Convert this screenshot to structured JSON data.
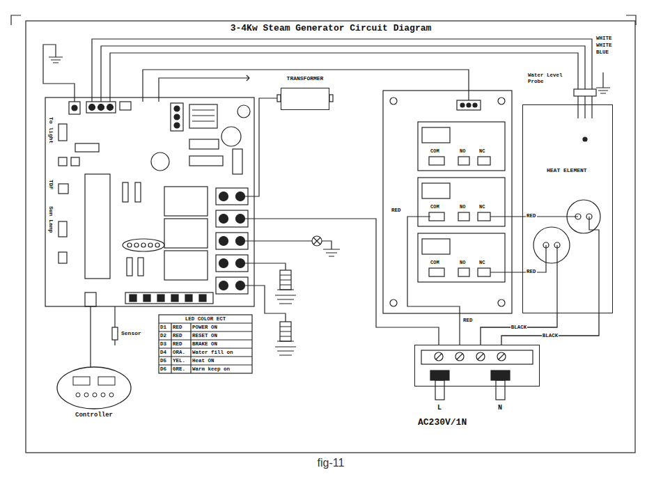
{
  "diagram": {
    "title": "3-4Kw Steam Generator Circuit Diagram",
    "caption": "fig-11",
    "nodes": [
      {
        "text": [
          "TRANSFORMER"
        ]
      },
      {
        "text": [
          "Water Level Probe",
          "HEAT ELEMENT"
        ]
      },
      {
        "text": [
          "AC230V/1N"
        ]
      },
      {
        "text": [
          "Controller"
        ]
      }
    ],
    "edges": [
      {
        "from": 2,
        "to": 1,
        "arrow": "none",
        "label": "BLACK"
      },
      {
        "from": 2,
        "to": 1,
        "arrow": "none",
        "label": "BLACK"
      }
    ],
    "labels": [
      "WHITE",
      "WHITE",
      "BLUE",
      "To light",
      "TDF",
      "Sun Lamp",
      "COM",
      "NO",
      "NC",
      "COM",
      "NO",
      "NC",
      "RED",
      "COM",
      "NO",
      "NC",
      "RED",
      "RED",
      "RED",
      "Sensor",
      "LED COLOR ECT",
      "D1",
      "RED",
      "POWER ON",
      "D2",
      "RED",
      "RESET ON",
      "D3",
      "RED",
      "BRAKE ON",
      "D4",
      "ORA.",
      "Water fill on",
      "D5",
      "YEL.",
      "Heat ON",
      "D6",
      "GRE.",
      "Warm keep on",
      "L",
      "N"
    ]
  }
}
